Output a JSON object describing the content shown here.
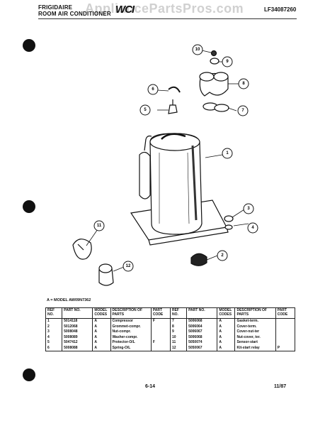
{
  "header": {
    "brand": "FRIGIDAIRE",
    "subtitle": "ROOM AIR CONDITIONER",
    "logo": "WCI",
    "model_number": "LF34087260",
    "watermark": "AppliancePartsPros.com"
  },
  "callouts": [
    "10",
    "9",
    "8",
    "6",
    "5",
    "7",
    "1",
    "3",
    "4",
    "2",
    "11",
    "12"
  ],
  "model_note": "A = MODEL AW09N7362",
  "table": {
    "headers_left": [
      "REF NO.",
      "PART NO.",
      "MODEL CODES",
      "DESCRIPTION OF PARTS",
      "PART CODE"
    ],
    "headers_right": [
      "REF NO.",
      "PART NO.",
      "MODEL CODES",
      "DESCRIPTION OF PARTS",
      "PART CODE"
    ],
    "rows": [
      {
        "l_ref": "1",
        "l_part": "5014118",
        "l_model": "A",
        "l_desc": "Compressor",
        "l_code": "F",
        "r_ref": "7",
        "r_part": "5006068",
        "r_model": "A",
        "r_desc": "Gasket-term.",
        "r_code": ""
      },
      {
        "l_ref": "2",
        "l_part": "5012068",
        "l_model": "A",
        "l_desc": "Grommet-compr.",
        "l_code": "",
        "r_ref": "8",
        "r_part": "5006064",
        "r_model": "A",
        "r_desc": "Cover-term.",
        "r_code": ""
      },
      {
        "l_ref": "3",
        "l_part": "5008048",
        "l_model": "A",
        "l_desc": "Nut-compr.",
        "l_code": "",
        "r_ref": "9",
        "r_part": "5006067",
        "r_model": "A",
        "r_desc": "Cover-nut-ter",
        "r_code": ""
      },
      {
        "l_ref": "4",
        "l_part": "5008089",
        "l_model": "A",
        "l_desc": "Washer-compr.",
        "l_code": "",
        "r_ref": "10",
        "r_part": "5006068",
        "r_model": "A",
        "r_desc": "Nut-cover, ter.",
        "r_code": ""
      },
      {
        "l_ref": "5",
        "l_part": "5047412",
        "l_model": "A",
        "l_desc": "Protector-O/L",
        "l_code": "F",
        "r_ref": "11",
        "r_part": "5050074",
        "r_model": "A",
        "r_desc": "Sensor-start",
        "r_code": ""
      },
      {
        "l_ref": "6",
        "l_part": "5008088",
        "l_model": "A",
        "l_desc": "Spring-O/L",
        "l_code": "",
        "r_ref": "12",
        "r_part": "5050067",
        "r_model": "A",
        "r_desc": "Kit-start relay",
        "r_code": "P"
      }
    ]
  },
  "footer": {
    "page": "6-14",
    "date": "11/87"
  }
}
